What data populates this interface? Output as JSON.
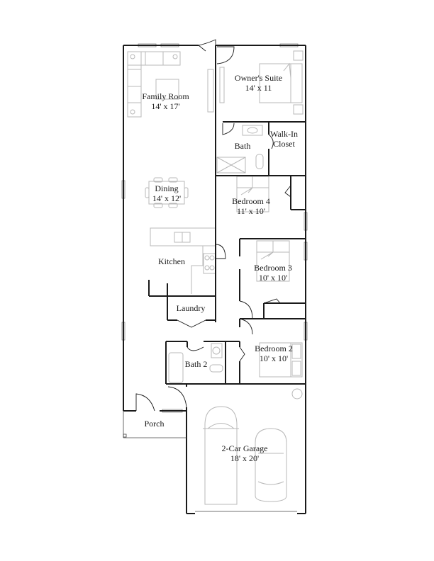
{
  "plan": {
    "colors": {
      "wall": "#1a1a1a",
      "fixture": "#b8b8b8",
      "background": "#ffffff"
    },
    "rooms": [
      {
        "id": "family-room",
        "name": "Family Room",
        "dims": "14' x 17'"
      },
      {
        "id": "owners-suite",
        "name": "Owner's Suite",
        "dims": "14' x 11"
      },
      {
        "id": "bath",
        "name": "Bath",
        "dims": ""
      },
      {
        "id": "walk-in-closet",
        "name": "Walk-In",
        "name2": "Closet",
        "dims": ""
      },
      {
        "id": "dining",
        "name": "Dining",
        "dims": "14' x 12'"
      },
      {
        "id": "bedroom-4",
        "name": "Bedroom 4",
        "dims": "11' x 10'"
      },
      {
        "id": "kitchen",
        "name": "Kitchen",
        "dims": ""
      },
      {
        "id": "bedroom-3",
        "name": "Bedroom 3",
        "dims": "10' x 10'"
      },
      {
        "id": "laundry",
        "name": "Laundry",
        "dims": ""
      },
      {
        "id": "bath-2",
        "name": "Bath 2",
        "dims": ""
      },
      {
        "id": "bedroom-2",
        "name": "Bedroom 2",
        "dims": "10' x 10'"
      },
      {
        "id": "porch",
        "name": "Porch",
        "dims": ""
      },
      {
        "id": "garage",
        "name": "2-Car Garage",
        "dims": "18' x 20'"
      }
    ]
  }
}
